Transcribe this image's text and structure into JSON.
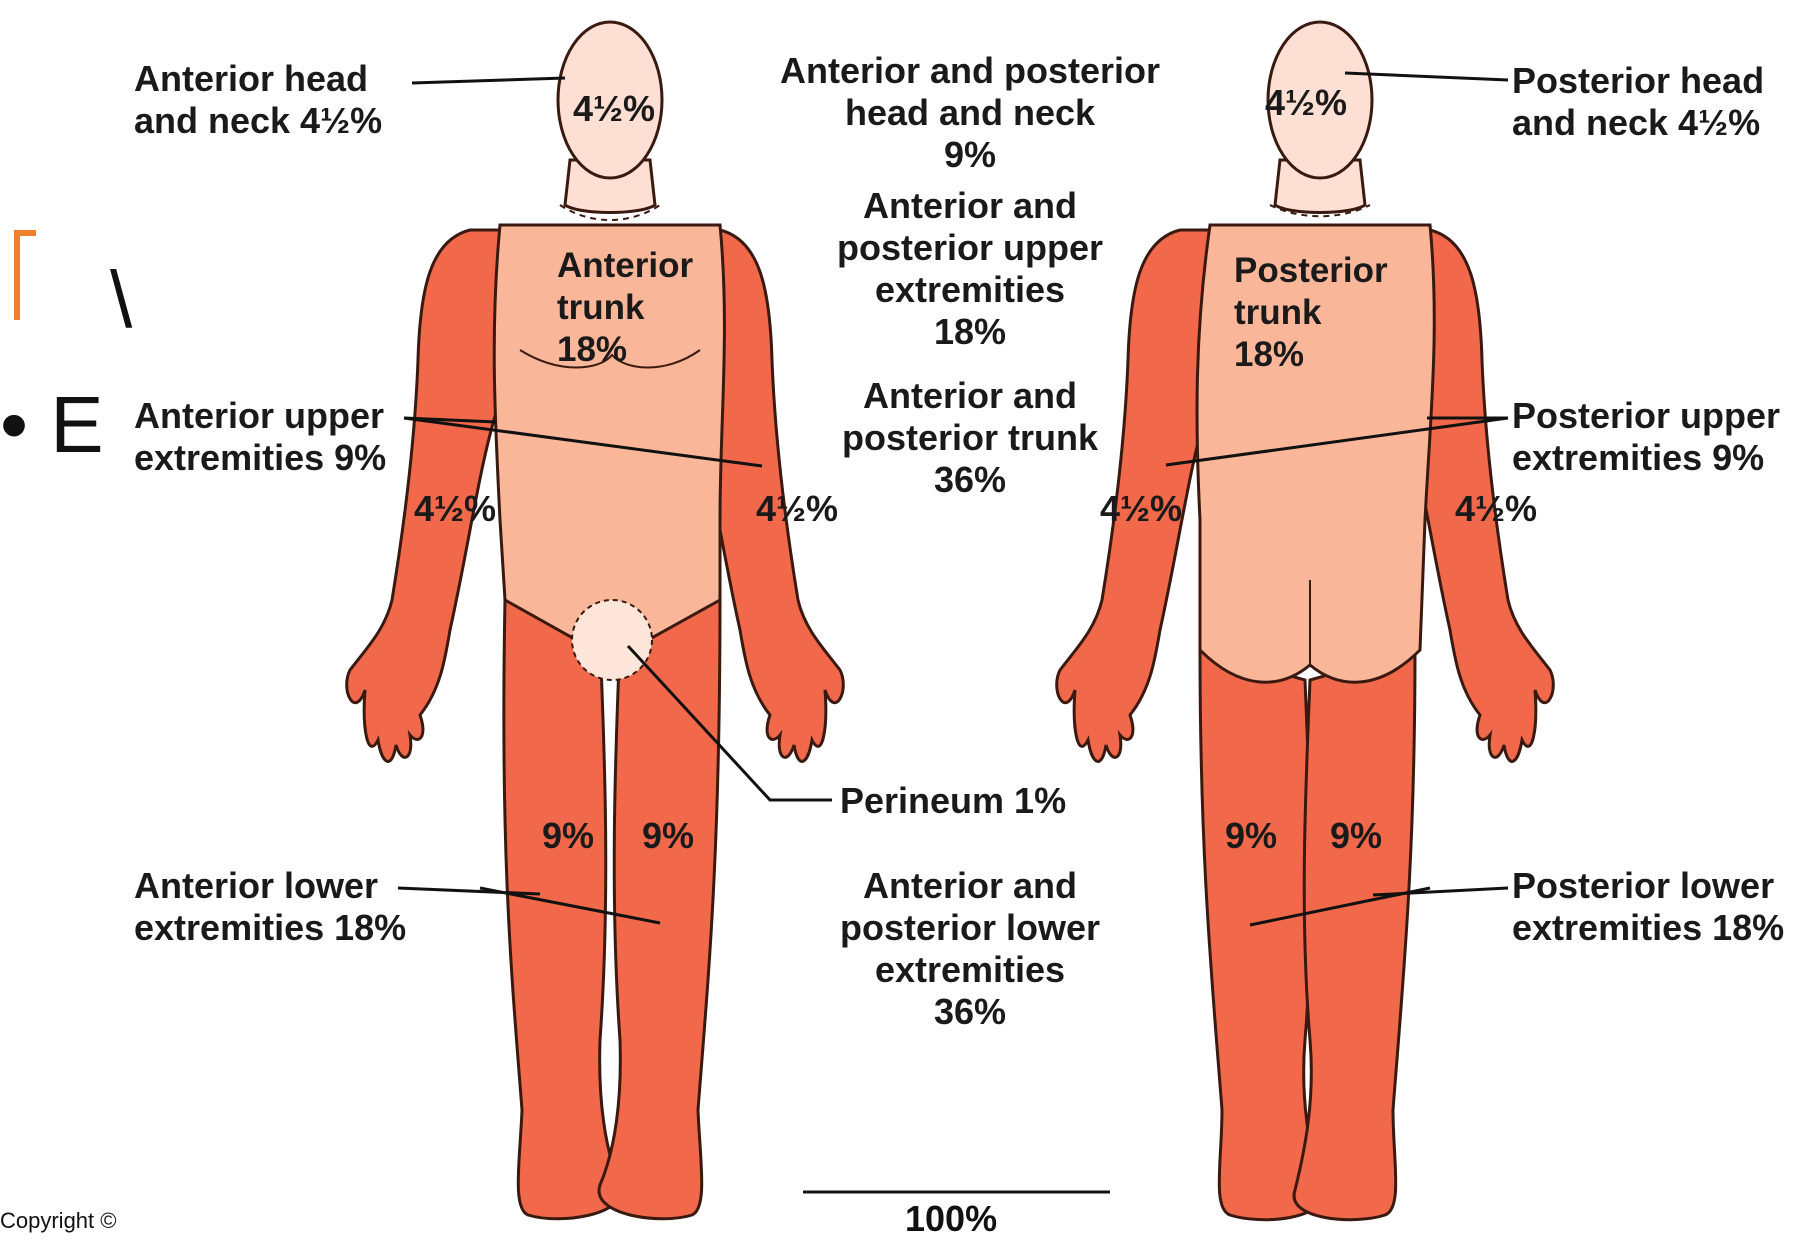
{
  "slide": {
    "bullet": "• E",
    "letter": "\\",
    "copyright": "Copyright ©"
  },
  "labels": {
    "anterior_head": "Anterior head\nand neck 4½%",
    "posterior_head": "Posterior head\nand neck 4½%",
    "ap_head": "Anterior and posterior\nhead and neck\n9%",
    "ap_upper": "Anterior and\nposterior upper\nextremities\n18%",
    "ap_trunk": "Anterior and\nposterior trunk\n36%",
    "anterior_upper": "Anterior upper\nextremities 9%",
    "posterior_upper": "Posterior upper\nextremities 9%",
    "perineum": "Perineum 1%",
    "anterior_lower": "Anterior lower\nextremities 18%",
    "posterior_lower": "Posterior lower\nextremities 18%",
    "ap_lower": "Anterior and\nposterior lower\nextremities\n36%",
    "total": "100%"
  },
  "regions": {
    "anterior_trunk": "Anterior\ntrunk\n18%",
    "posterior_trunk": "Posterior\ntrunk\n18%",
    "head_front": "4½%",
    "head_back": "4½%",
    "arm_front_left": "4½%",
    "arm_front_right": "4½%",
    "arm_back_left": "4½%",
    "arm_back_right": "4½%",
    "leg_front_left": "9%",
    "leg_front_right": "9%",
    "leg_back_left": "9%",
    "leg_back_right": "9%"
  },
  "colors": {
    "light_skin": "#f9b699",
    "dark_skin": "#f1694a",
    "head": "#fde0d3",
    "perineum": "#fde6d9",
    "outline": "#3a1a10",
    "accent": "#f07f2c"
  }
}
